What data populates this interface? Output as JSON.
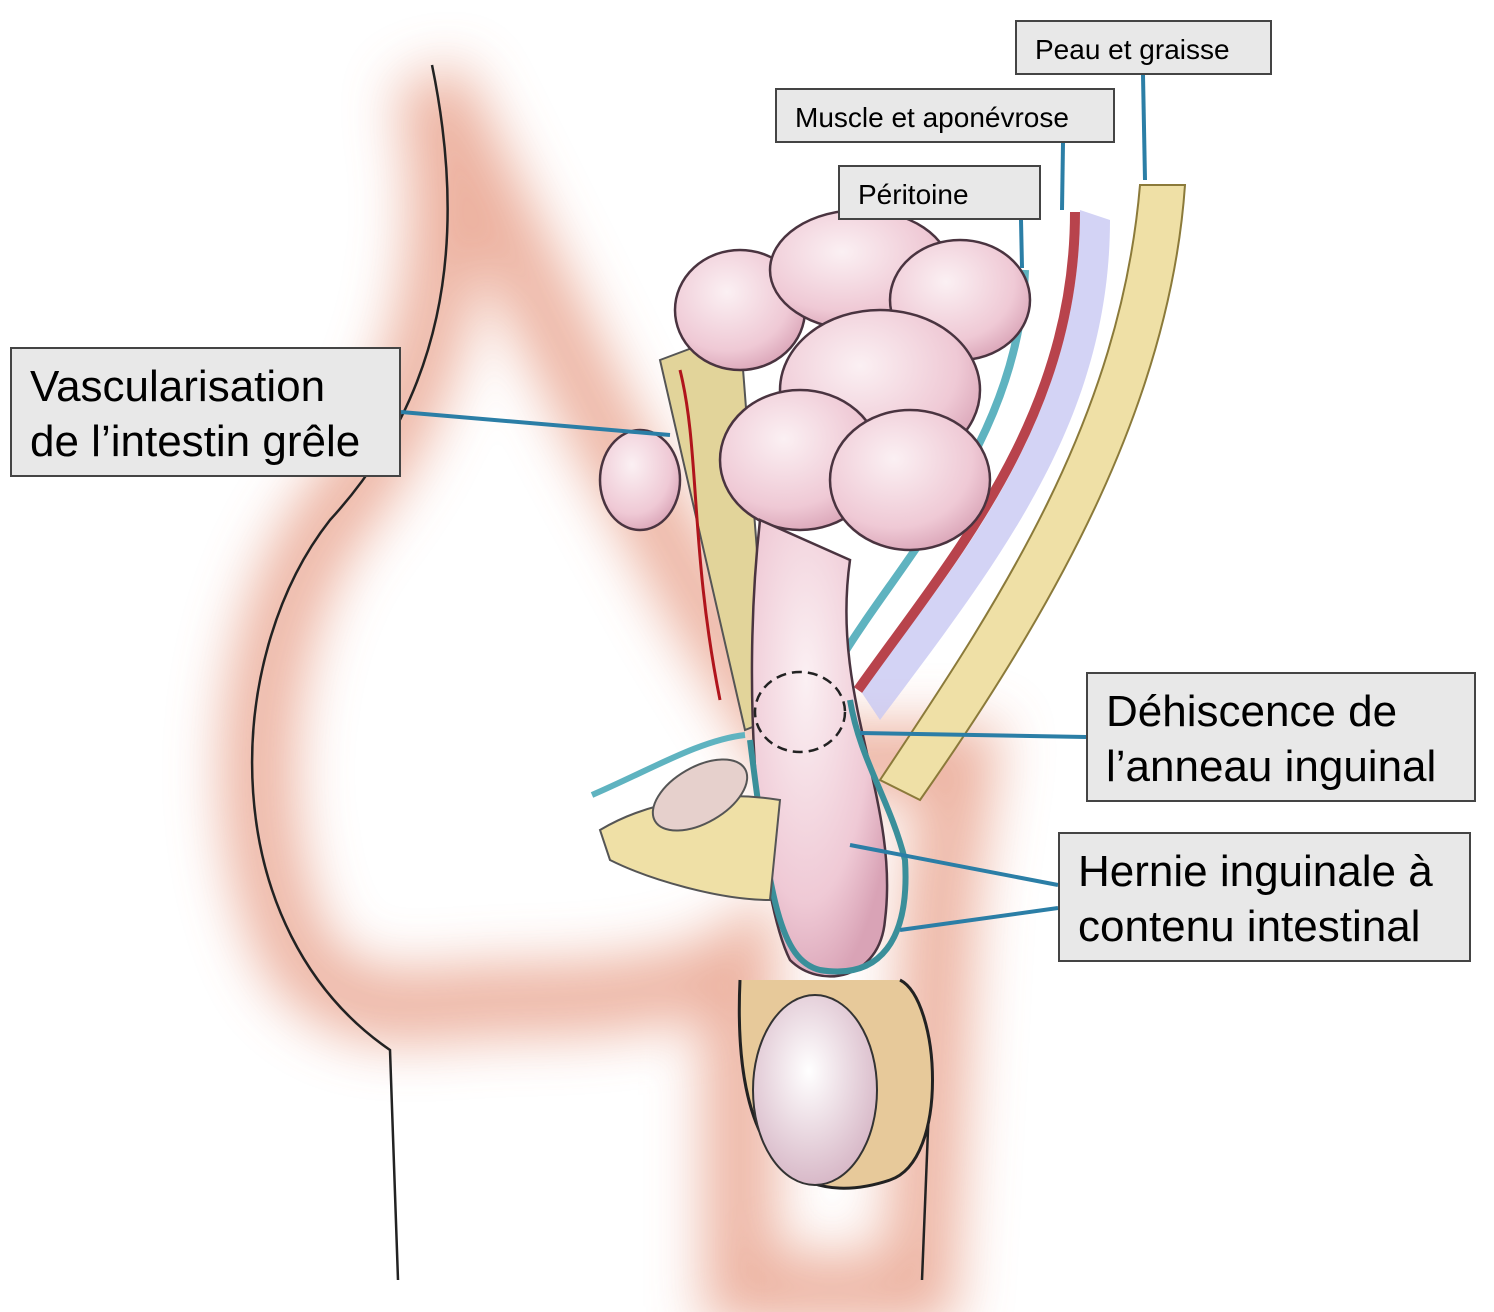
{
  "labels": {
    "skin_fat": "Peau et graisse",
    "muscle": "Muscle et aponévrose",
    "peritoneum": "Péritoine",
    "vascular": {
      "line1": "Vascularisation",
      "line2": "de l’intestin grêle"
    },
    "ring": {
      "line1": "Déhiscence de",
      "line2": "l’anneau inguinal"
    },
    "hernia": {
      "line1": "Hernie inguinale à",
      "line2": "contenu intestinal"
    }
  },
  "colors": {
    "leader": "#2b7ea6",
    "box_bg": "#e8e8e8",
    "body": "#e9a48f",
    "intestine": "#f2d3dc",
    "fat": "#efe0a6",
    "muscle": "#b8434c",
    "peritoneum": "#5fb3c0"
  }
}
